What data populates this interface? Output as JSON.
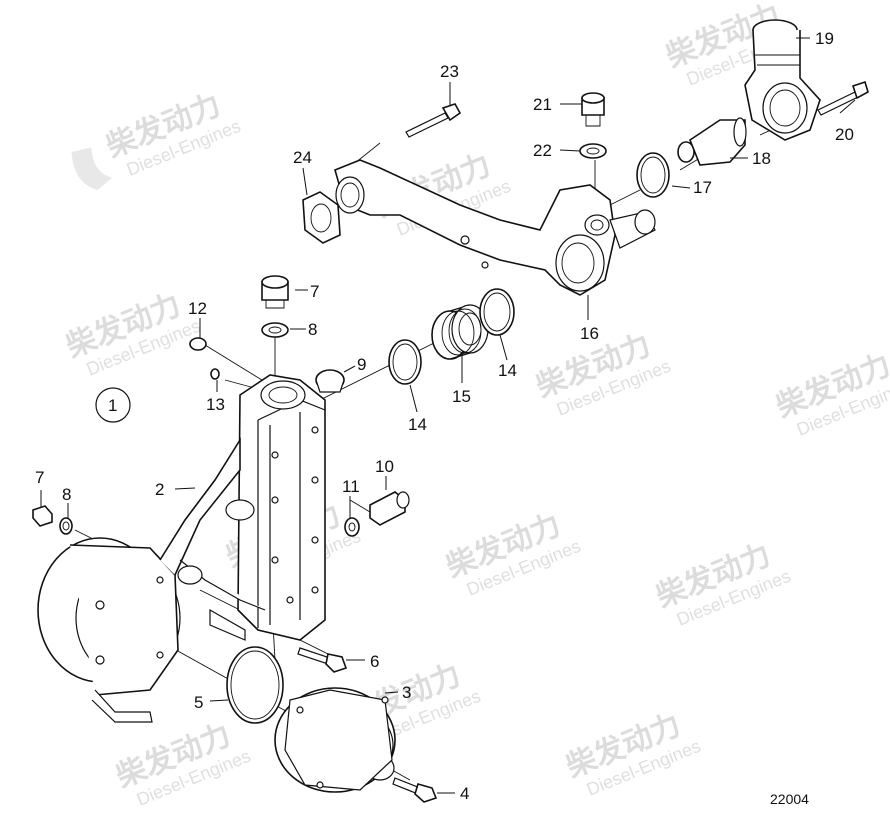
{
  "diagram": {
    "assembly_number": "1",
    "drawing_number": "22004",
    "watermark": {
      "brand_cn": "柴发动力",
      "brand_en": "Diesel-Engines"
    },
    "callouts": [
      "2",
      "3",
      "4",
      "5",
      "6",
      "7",
      "7",
      "8",
      "8",
      "9",
      "10",
      "11",
      "12",
      "13",
      "14",
      "14",
      "15",
      "16",
      "17",
      "18",
      "19",
      "20",
      "21",
      "22",
      "23",
      "24"
    ]
  }
}
